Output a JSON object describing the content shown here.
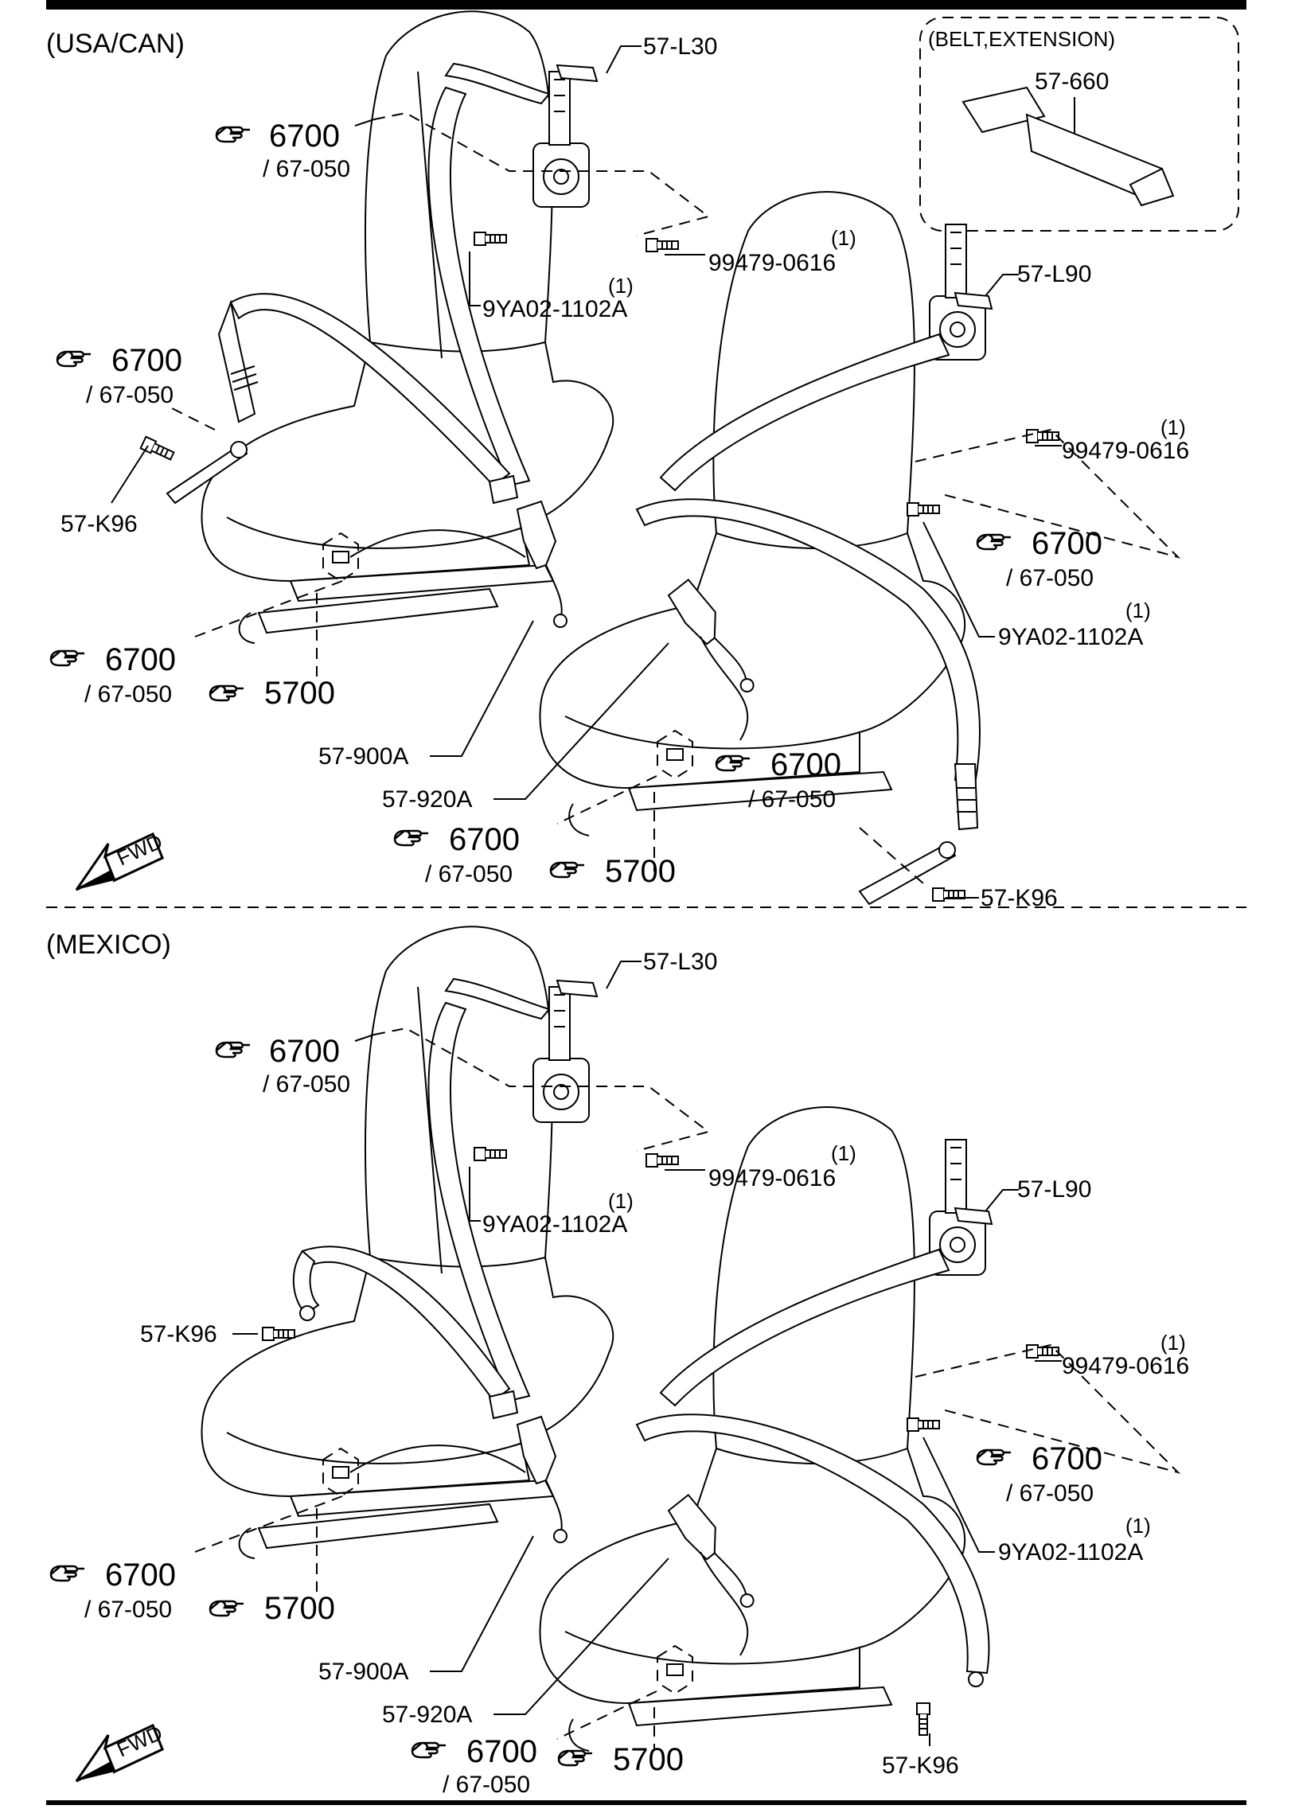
{
  "sections": {
    "usa": "(USA/CAN)",
    "mexico": "(MEXICO)",
    "extension_title": "(BELT,EXTENSION)"
  },
  "parts": {
    "retractor_front": "57-L30",
    "retractor_rear": "57-L90",
    "bolt_a": "99479-0616",
    "bolt_b": "9YA02-1102A",
    "anchor_bolt": "57-K96",
    "buckle": "57-900A",
    "buckle_rear": "57-920A",
    "extension": "57-660",
    "qty": "(1)"
  },
  "refs": {
    "ref_6700": "6700",
    "ref_67050": "/ 67-050",
    "ref_5700": "5700"
  },
  "fwd_label": "FWD",
  "icons": [
    "pointing-hand-icon",
    "fwd-arrow-icon"
  ]
}
